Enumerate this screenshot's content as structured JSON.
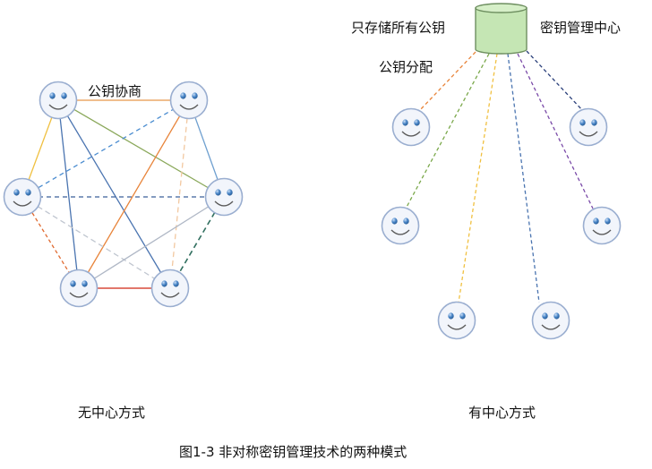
{
  "labels": {
    "negotiation": "公钥协商",
    "store_only": "只存储所有公钥",
    "key_center": "密钥管理中心",
    "distribution": "公钥分配",
    "decentralized": "无中心方式",
    "centralized": "有中心方式",
    "figure_caption": "图1-3 非对称密钥管理技术的两种模式"
  },
  "colors": {
    "face_fill": "#f2f5fb",
    "face_stroke": "#9aaed0",
    "eye": "#4a86c8",
    "mouth": "#5a5a5a",
    "cylinder_fill": "#c5e6b4",
    "cylinder_stroke": "#6e8f60"
  },
  "icons": {
    "node": "smiley-face-icon",
    "server": "database-cylinder-icon"
  }
}
